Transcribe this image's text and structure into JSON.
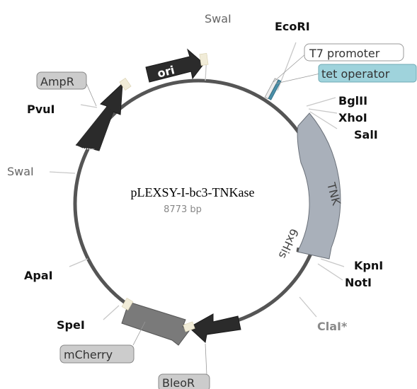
{
  "plasmid": {
    "name": "pLEXSY-I-bc3-TNKase",
    "size": "8773 bp"
  },
  "sites": {
    "swaI_top": "SwaI",
    "ecoRI": "EcoRI",
    "bglII": "BglII",
    "xhoI": "XhoI",
    "salI": "SalI",
    "kpnI": "KpnI",
    "notI": "NotI",
    "claI": "ClaI*",
    "apaI": "ApaI",
    "speI": "SpeI",
    "swaI_left": "SwaI",
    "pvuI": "PvuI"
  },
  "features": {
    "ori": "ori",
    "tnk": "TNK",
    "his": "6xHis",
    "t7_promoter": "T7 promoter",
    "tet_operator": "tet operator",
    "ampR": "AmpR",
    "mCherry": "mCherry",
    "bleoR": "BleoR"
  },
  "colors": {
    "backbone": "#555555",
    "ori": "#2b2b2b",
    "ampR": "#2b2b2b",
    "tnk": "#a9b0ba",
    "mCherry": "#7a7a7a",
    "bleoR": "#2b2b2b",
    "tet_operator": "#9fd3dc",
    "label_box": "#cccccc"
  }
}
